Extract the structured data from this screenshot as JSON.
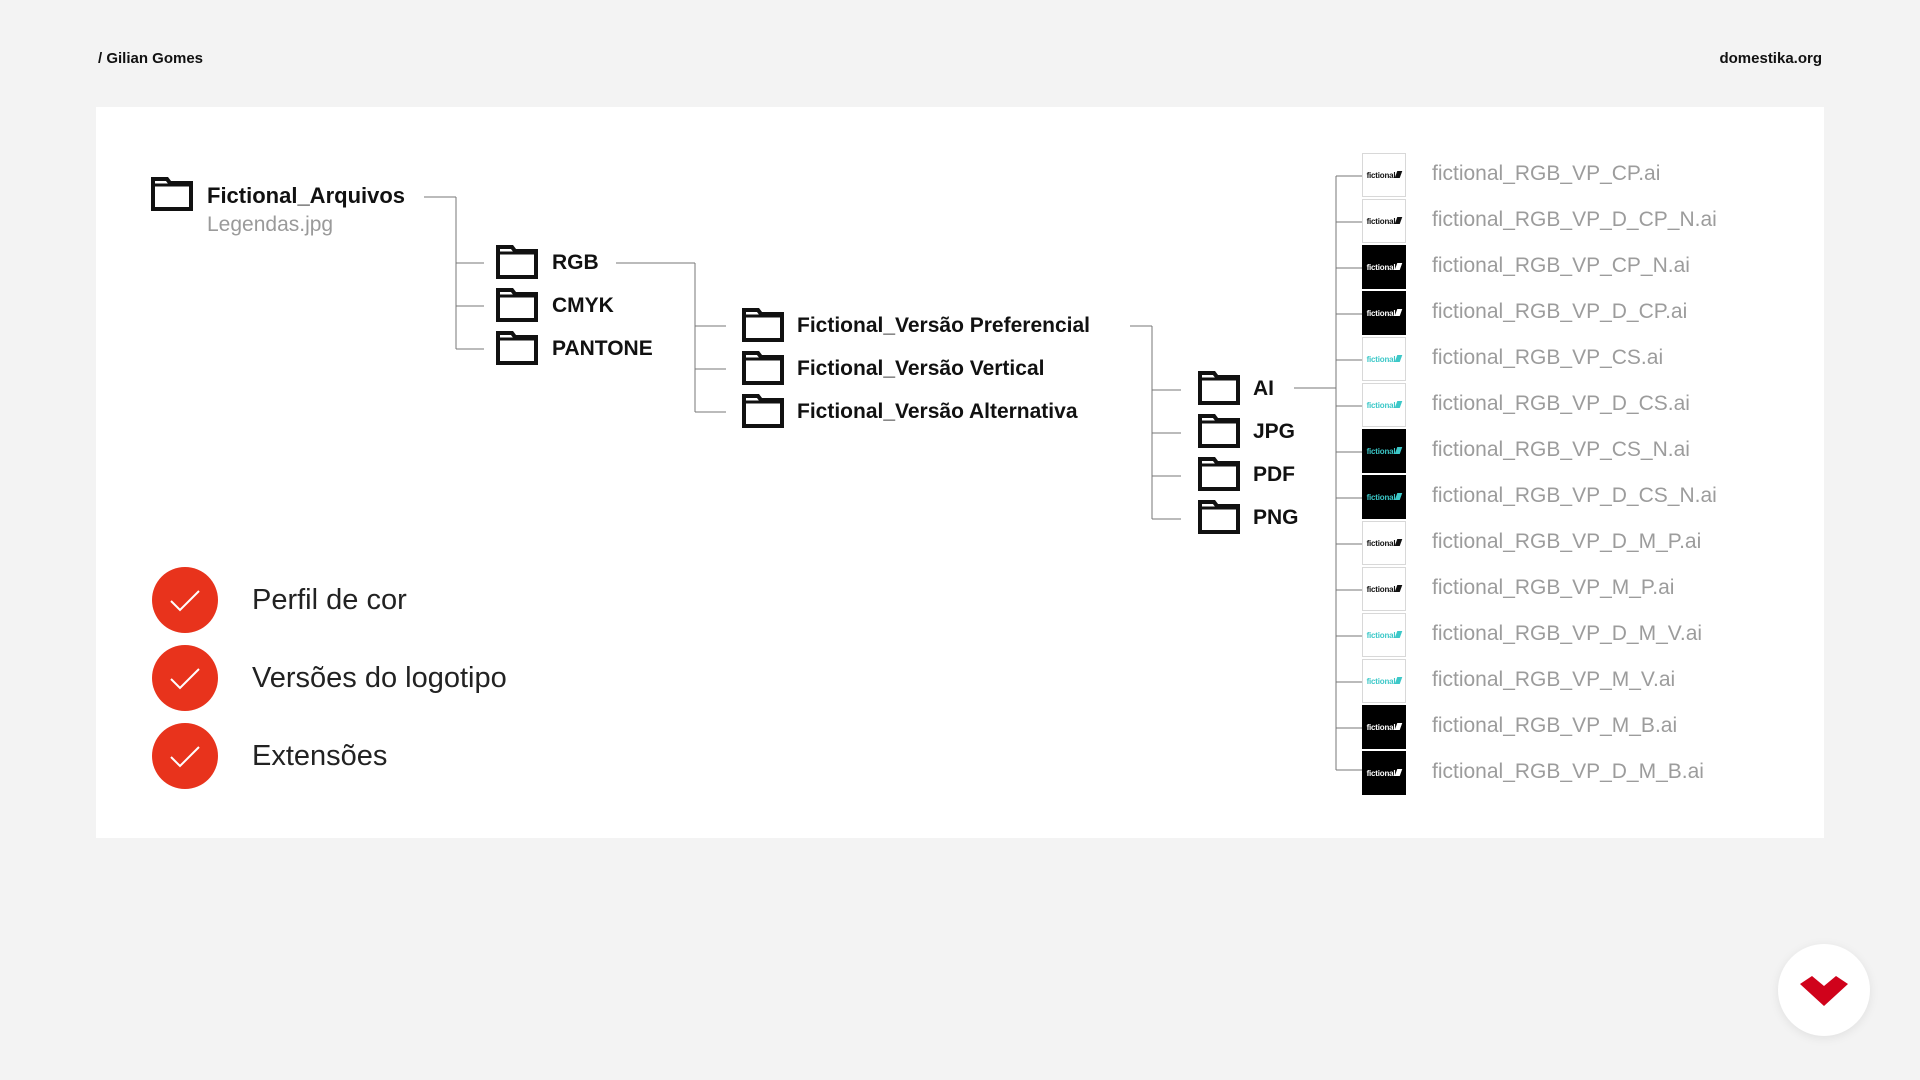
{
  "header": {
    "author": "/ Gilian Gomes",
    "site": "domestika.org"
  },
  "tree": {
    "root": {
      "label": "Fictional_Arquivos",
      "sub": "Legendas.jpg"
    },
    "profiles": [
      "RGB",
      "CMYK",
      "PANTONE"
    ],
    "versions": [
      "Fictional_Versão Preferencial",
      "Fictional_Versão Vertical",
      "Fictional_Versão Alternativa"
    ],
    "extensions": [
      "AI",
      "JPG",
      "PDF",
      "PNG"
    ]
  },
  "files": [
    {
      "name": "fictional_RGB_VP_CP.ai",
      "bg": "#ffffff",
      "mark": "#111111"
    },
    {
      "name": "fictional_RGB_VP_D_CP_N.ai",
      "bg": "#ffffff",
      "mark": "#111111"
    },
    {
      "name": "fictional_RGB_VP_CP_N.ai",
      "bg": "#000000",
      "mark": "#ffffff"
    },
    {
      "name": "fictional_RGB_VP_D_CP.ai",
      "bg": "#000000",
      "mark": "#ffffff"
    },
    {
      "name": "fictional_RGB_VP_CS.ai",
      "bg": "#ffffff",
      "mark": "#3cc8c8"
    },
    {
      "name": "fictional_RGB_VP_D_CS.ai",
      "bg": "#ffffff",
      "mark": "#3cc8c8"
    },
    {
      "name": "fictional_RGB_VP_CS_N.ai",
      "bg": "#000000",
      "mark": "#3cc8c8"
    },
    {
      "name": "fictional_RGB_VP_D_CS_N.ai",
      "bg": "#000000",
      "mark": "#3cc8c8"
    },
    {
      "name": "fictional_RGB_VP_D_M_P.ai",
      "bg": "#ffffff",
      "mark": "#111111"
    },
    {
      "name": "fictional_RGB_VP_M_P.ai",
      "bg": "#ffffff",
      "mark": "#111111"
    },
    {
      "name": "fictional_RGB_VP_D_M_V.ai",
      "bg": "#ffffff",
      "mark": "#3cc8c8"
    },
    {
      "name": "fictional_RGB_VP_M_V.ai",
      "bg": "#ffffff",
      "mark": "#3cc8c8"
    },
    {
      "name": "fictional_RGB_VP_M_B.ai",
      "bg": "#000000",
      "mark": "#ffffff"
    },
    {
      "name": "fictional_RGB_VP_D_M_B.ai",
      "bg": "#000000",
      "mark": "#ffffff"
    }
  ],
  "legend": [
    "Perfil de cor",
    "Versões do logotipo",
    "Extensões"
  ],
  "colors": {
    "accent": "#e8331c",
    "brand": "#d0021b",
    "file_text": "#9c9c9c"
  },
  "icons": {
    "folder": "folder-icon",
    "check": "check-icon",
    "brand": "domestika-logo-icon"
  }
}
